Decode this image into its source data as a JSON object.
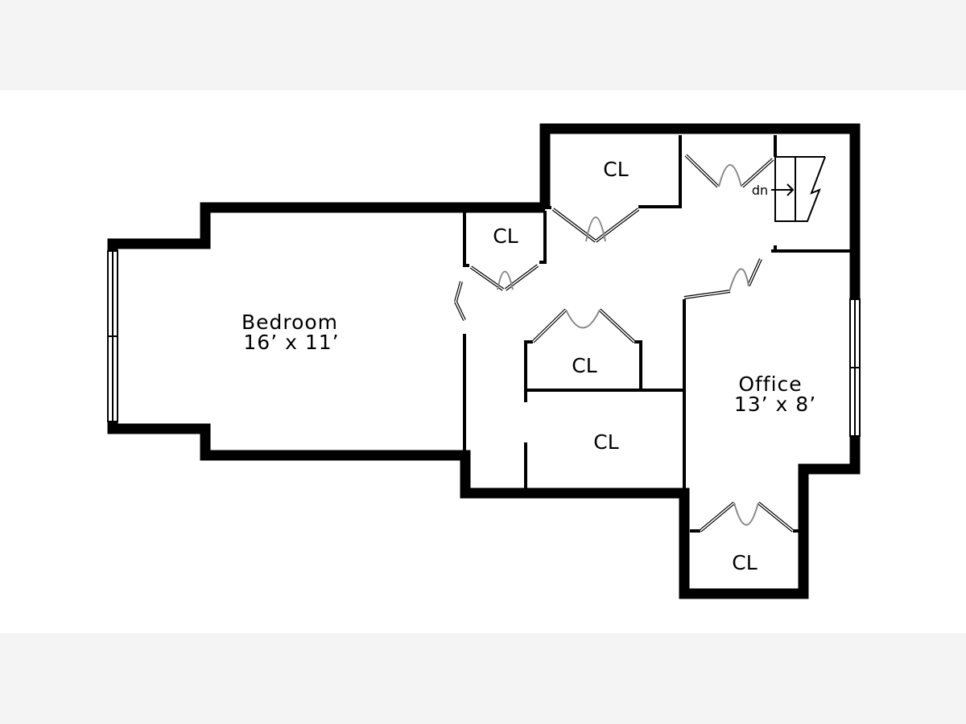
{
  "rooms": {
    "bedroom": {
      "name": "Bedroom",
      "size": "16’ x 11’"
    },
    "office": {
      "name": "Office",
      "size": "13’ x 8’"
    }
  },
  "closets": {
    "top": "CL",
    "small": "CL",
    "middle": "CL",
    "lower": "CL",
    "bottom": "CL"
  },
  "stairs": {
    "label": "dn"
  },
  "colors": {
    "wall": "#000000",
    "door_swing": "#888888",
    "background": "#f4f4f4",
    "plan_background": "#ffffff"
  }
}
